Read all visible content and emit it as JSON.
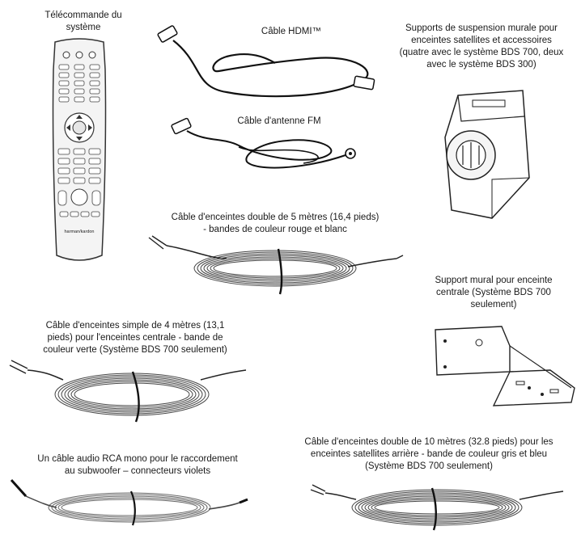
{
  "items": [
    {
      "lines": [
        "Télécommande du",
        "système"
      ]
    },
    {
      "lines": [
        "Câble HDMI™"
      ]
    },
    {
      "lines": [
        "Supports de suspension murale pour",
        "enceintes satellites et accessoires",
        "(quatre avec le système BDS 700, deux",
        "avec le système BDS 300)"
      ]
    },
    {
      "lines": [
        "Câble d'antenne FM"
      ]
    },
    {
      "lines": [
        "Câble d'enceintes double de 5 mètres (16,4 pieds)",
        "- bandes de couleur rouge et blanc"
      ]
    },
    {
      "lines": [
        "Support mural pour enceinte",
        "centrale (Système BDS 700",
        "seulement)"
      ]
    },
    {
      "lines": [
        "Câble d'enceintes simple de 4 mètres (13,1",
        "pieds) pour l'enceintes centrale - bande de",
        "couleur verte (Système BDS 700 seulement)"
      ]
    },
    {
      "lines": [
        "Un câble audio RCA mono pour le raccordement",
        "au subwoofer – connecteurs violets"
      ]
    },
    {
      "lines": [
        "Câble d'enceintes double de 10 mètres (32.8 pieds) pour les",
        "enceintes satellites arrière - bande de couleur gris et bleu",
        "(Système BDS 700 seulement)"
      ]
    }
  ],
  "remote_brand": "harman/kardon"
}
